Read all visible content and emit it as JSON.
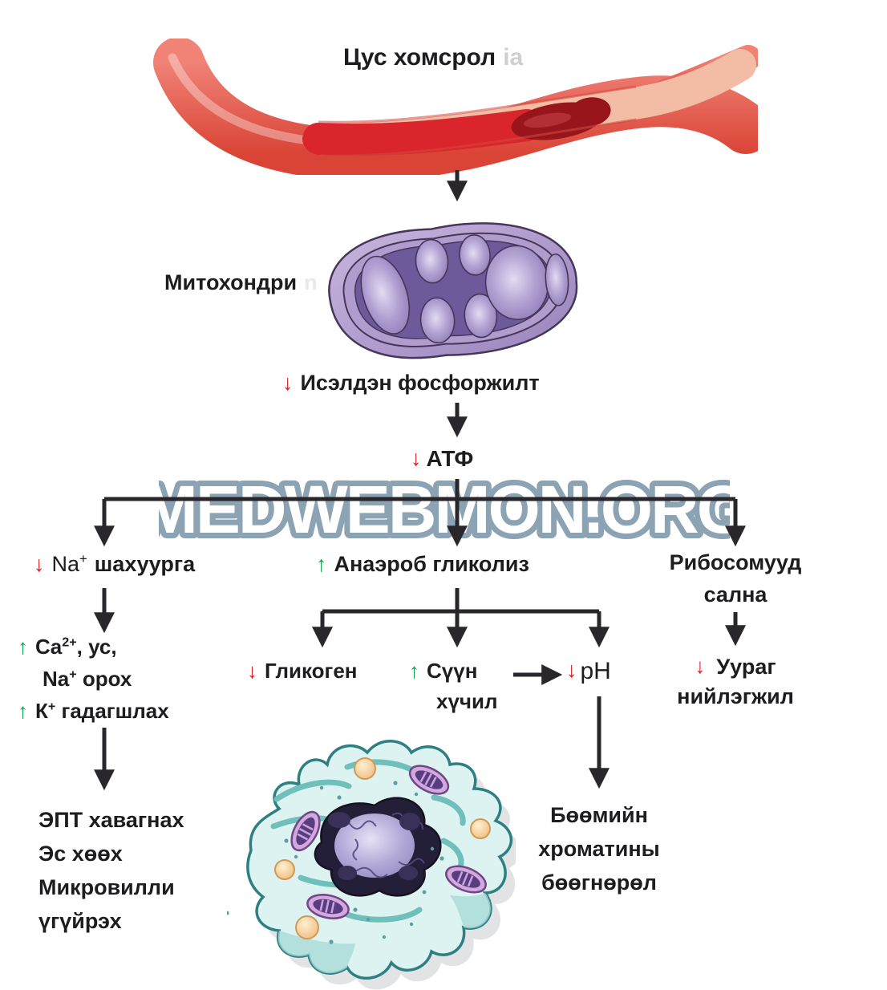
{
  "glyphs": {
    "down": "↓",
    "up": "↑"
  },
  "ghosts": {
    "title": "ia",
    "mito": "n"
  },
  "title": "Цус хомсрол",
  "mitochondria_label": "Митохондри",
  "oxphos_label": "Исэлдэн фосфоржилт",
  "atp_label": "АТФ",
  "watermark": "MEDWEBMON.ORG",
  "branches": {
    "sodium_pump": {
      "pre": "Na",
      "sup": "+",
      "rest": "шахуурга"
    },
    "glycolysis": "Анаэроб гликолиз",
    "ribosomes_line1": "Рибосомууд",
    "ribosomes_line2": "сална"
  },
  "ion_changes": {
    "line1_pre": "Ca",
    "line1_sup": "2+",
    "line1_rest": ", ус,",
    "line2_pre": "Na",
    "line2_sup": "+",
    "line2_rest": " орох",
    "line3_pre": "К",
    "line3_sup": "+",
    "line3_rest": " гадагшлах"
  },
  "er_effects": {
    "lines": [
      "ЭПТ хавагнах",
      "Эс хөөх",
      "Микровилли",
      "үгүйрэх"
    ]
  },
  "glycogen_label": "Гликоген",
  "lactic": {
    "line1": "Сүүн",
    "line2": "хүчил"
  },
  "ph_label": "pH",
  "chromatin": {
    "lines": [
      "Бөөмийн",
      "хроматины",
      "бөөгнөрөл"
    ]
  },
  "protein": {
    "line1": "Уураг",
    "line2": "нийлэгжил"
  },
  "colors": {
    "red_arrow": "#e11d25",
    "green_arrow": "#0ea24c",
    "line_black": "#29272b",
    "watermark": "#8ca3b4",
    "vessel_red": "#e4584b",
    "blood_red": "#d9252b",
    "clot_dark": "#97151b",
    "lumen_pale": "#f3bca4",
    "mito_purple": "#6c5a9b",
    "cell_teal": "#ddf3f1"
  }
}
